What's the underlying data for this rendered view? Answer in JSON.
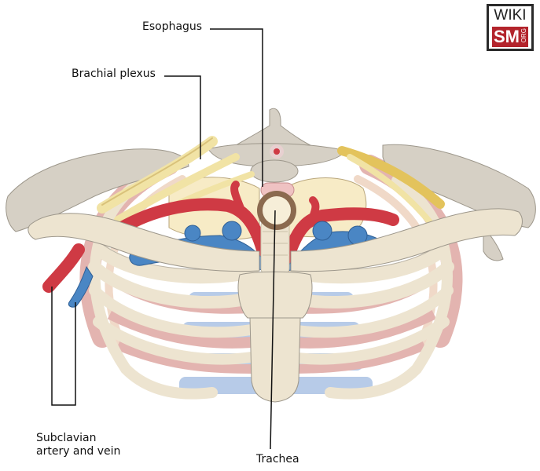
{
  "labels": {
    "esophagus": "Esophagus",
    "brachial_plexus": "Brachial plexus",
    "subclavian": "Subclavian\nartery and vein",
    "trachea": "Trachea"
  },
  "logo": {
    "top_text": "WIKI",
    "bottom_text": "SM",
    "side_text": "ORG"
  },
  "colors": {
    "bone": "#ede4d0",
    "bone_shadow": "#d6d0c5",
    "cartilage_blue": "#b7cbe8",
    "muscle_pink": "#e3b4b0",
    "artery_red": "#cf3a44",
    "vein_blue": "#4a86c4",
    "nerve_yellow": "#f1e3a5",
    "pleura_cream": "#f7ebc6",
    "trachea_brown": "#8b6a4f",
    "esophagus_pink": "#efc2c2",
    "logo_red": "#b3242c"
  }
}
